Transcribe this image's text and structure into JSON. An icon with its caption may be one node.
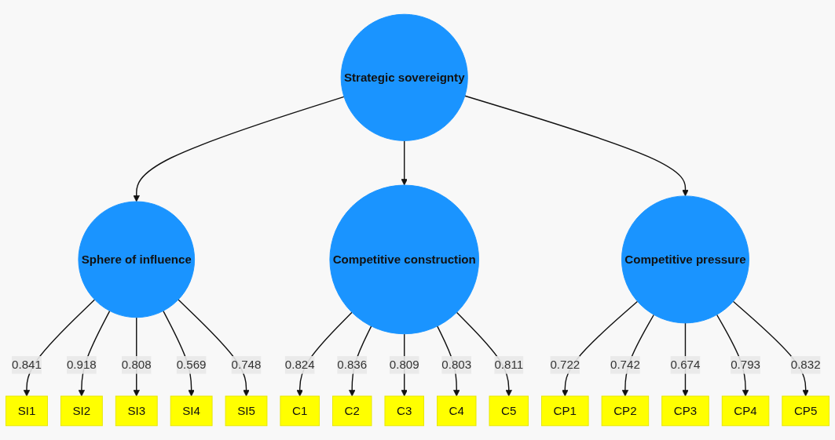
{
  "diagram": {
    "nodes": [
      {
        "text": [
          "SI1"
        ]
      },
      {
        "text": [
          "SI2"
        ]
      },
      {
        "text": [
          "SI3"
        ]
      },
      {
        "text": [
          "SI4"
        ]
      },
      {
        "text": [
          "SI5"
        ]
      },
      {
        "text": [
          "Sphere of influence"
        ]
      },
      {
        "text": [
          "C1"
        ]
      },
      {
        "text": [
          "C2"
        ]
      },
      {
        "text": [
          "C3"
        ]
      },
      {
        "text": [
          "C4"
        ]
      },
      {
        "text": [
          "C5"
        ]
      },
      {
        "text": [
          "CP1"
        ]
      },
      {
        "text": [
          "CP2"
        ]
      },
      {
        "text": [
          "CP3"
        ]
      },
      {
        "text": [
          "CP4"
        ]
      },
      {
        "text": [
          "CP5"
        ]
      },
      {
        "text": [
          "Competitive construction"
        ]
      },
      {
        "text": [
          "Strategic sovereignty"
        ]
      },
      {
        "text": [
          "Competitive pressure"
        ]
      }
    ],
    "edges": [
      {
        "from": 17,
        "to": 5,
        "arrow": "to"
      },
      {
        "from": 17,
        "to": 16,
        "arrow": "to"
      },
      {
        "from": 17,
        "to": 18,
        "arrow": "to"
      },
      {
        "from": 5,
        "to": 0,
        "arrow": "to",
        "label": "0.841"
      },
      {
        "from": 5,
        "to": 1,
        "arrow": "to",
        "label": "0.918"
      },
      {
        "from": 5,
        "to": 2,
        "arrow": "to",
        "label": "0.808"
      },
      {
        "from": 5,
        "to": 3,
        "arrow": "to",
        "label": "0.569"
      },
      {
        "from": 5,
        "to": 4,
        "arrow": "to",
        "label": "0.748"
      },
      {
        "from": 16,
        "to": 6,
        "arrow": "to",
        "label": "0.824"
      },
      {
        "from": 16,
        "to": 7,
        "arrow": "to",
        "label": "0.836"
      },
      {
        "from": 16,
        "to": 8,
        "arrow": "to",
        "label": "0.809"
      },
      {
        "from": 16,
        "to": 9,
        "arrow": "to",
        "label": "0.803"
      },
      {
        "from": 16,
        "to": 10,
        "arrow": "to",
        "label": "0.811"
      },
      {
        "from": 18,
        "to": 11,
        "arrow": "to",
        "label": "0.722"
      },
      {
        "from": 18,
        "to": 12,
        "arrow": "to",
        "label": "0.742"
      },
      {
        "from": 18,
        "to": 13,
        "arrow": "to",
        "label": "0.674"
      },
      {
        "from": 18,
        "to": 14,
        "arrow": "to",
        "label": "0.793"
      },
      {
        "from": 18,
        "to": 15,
        "arrow": "to",
        "label": "0.832"
      }
    ]
  }
}
